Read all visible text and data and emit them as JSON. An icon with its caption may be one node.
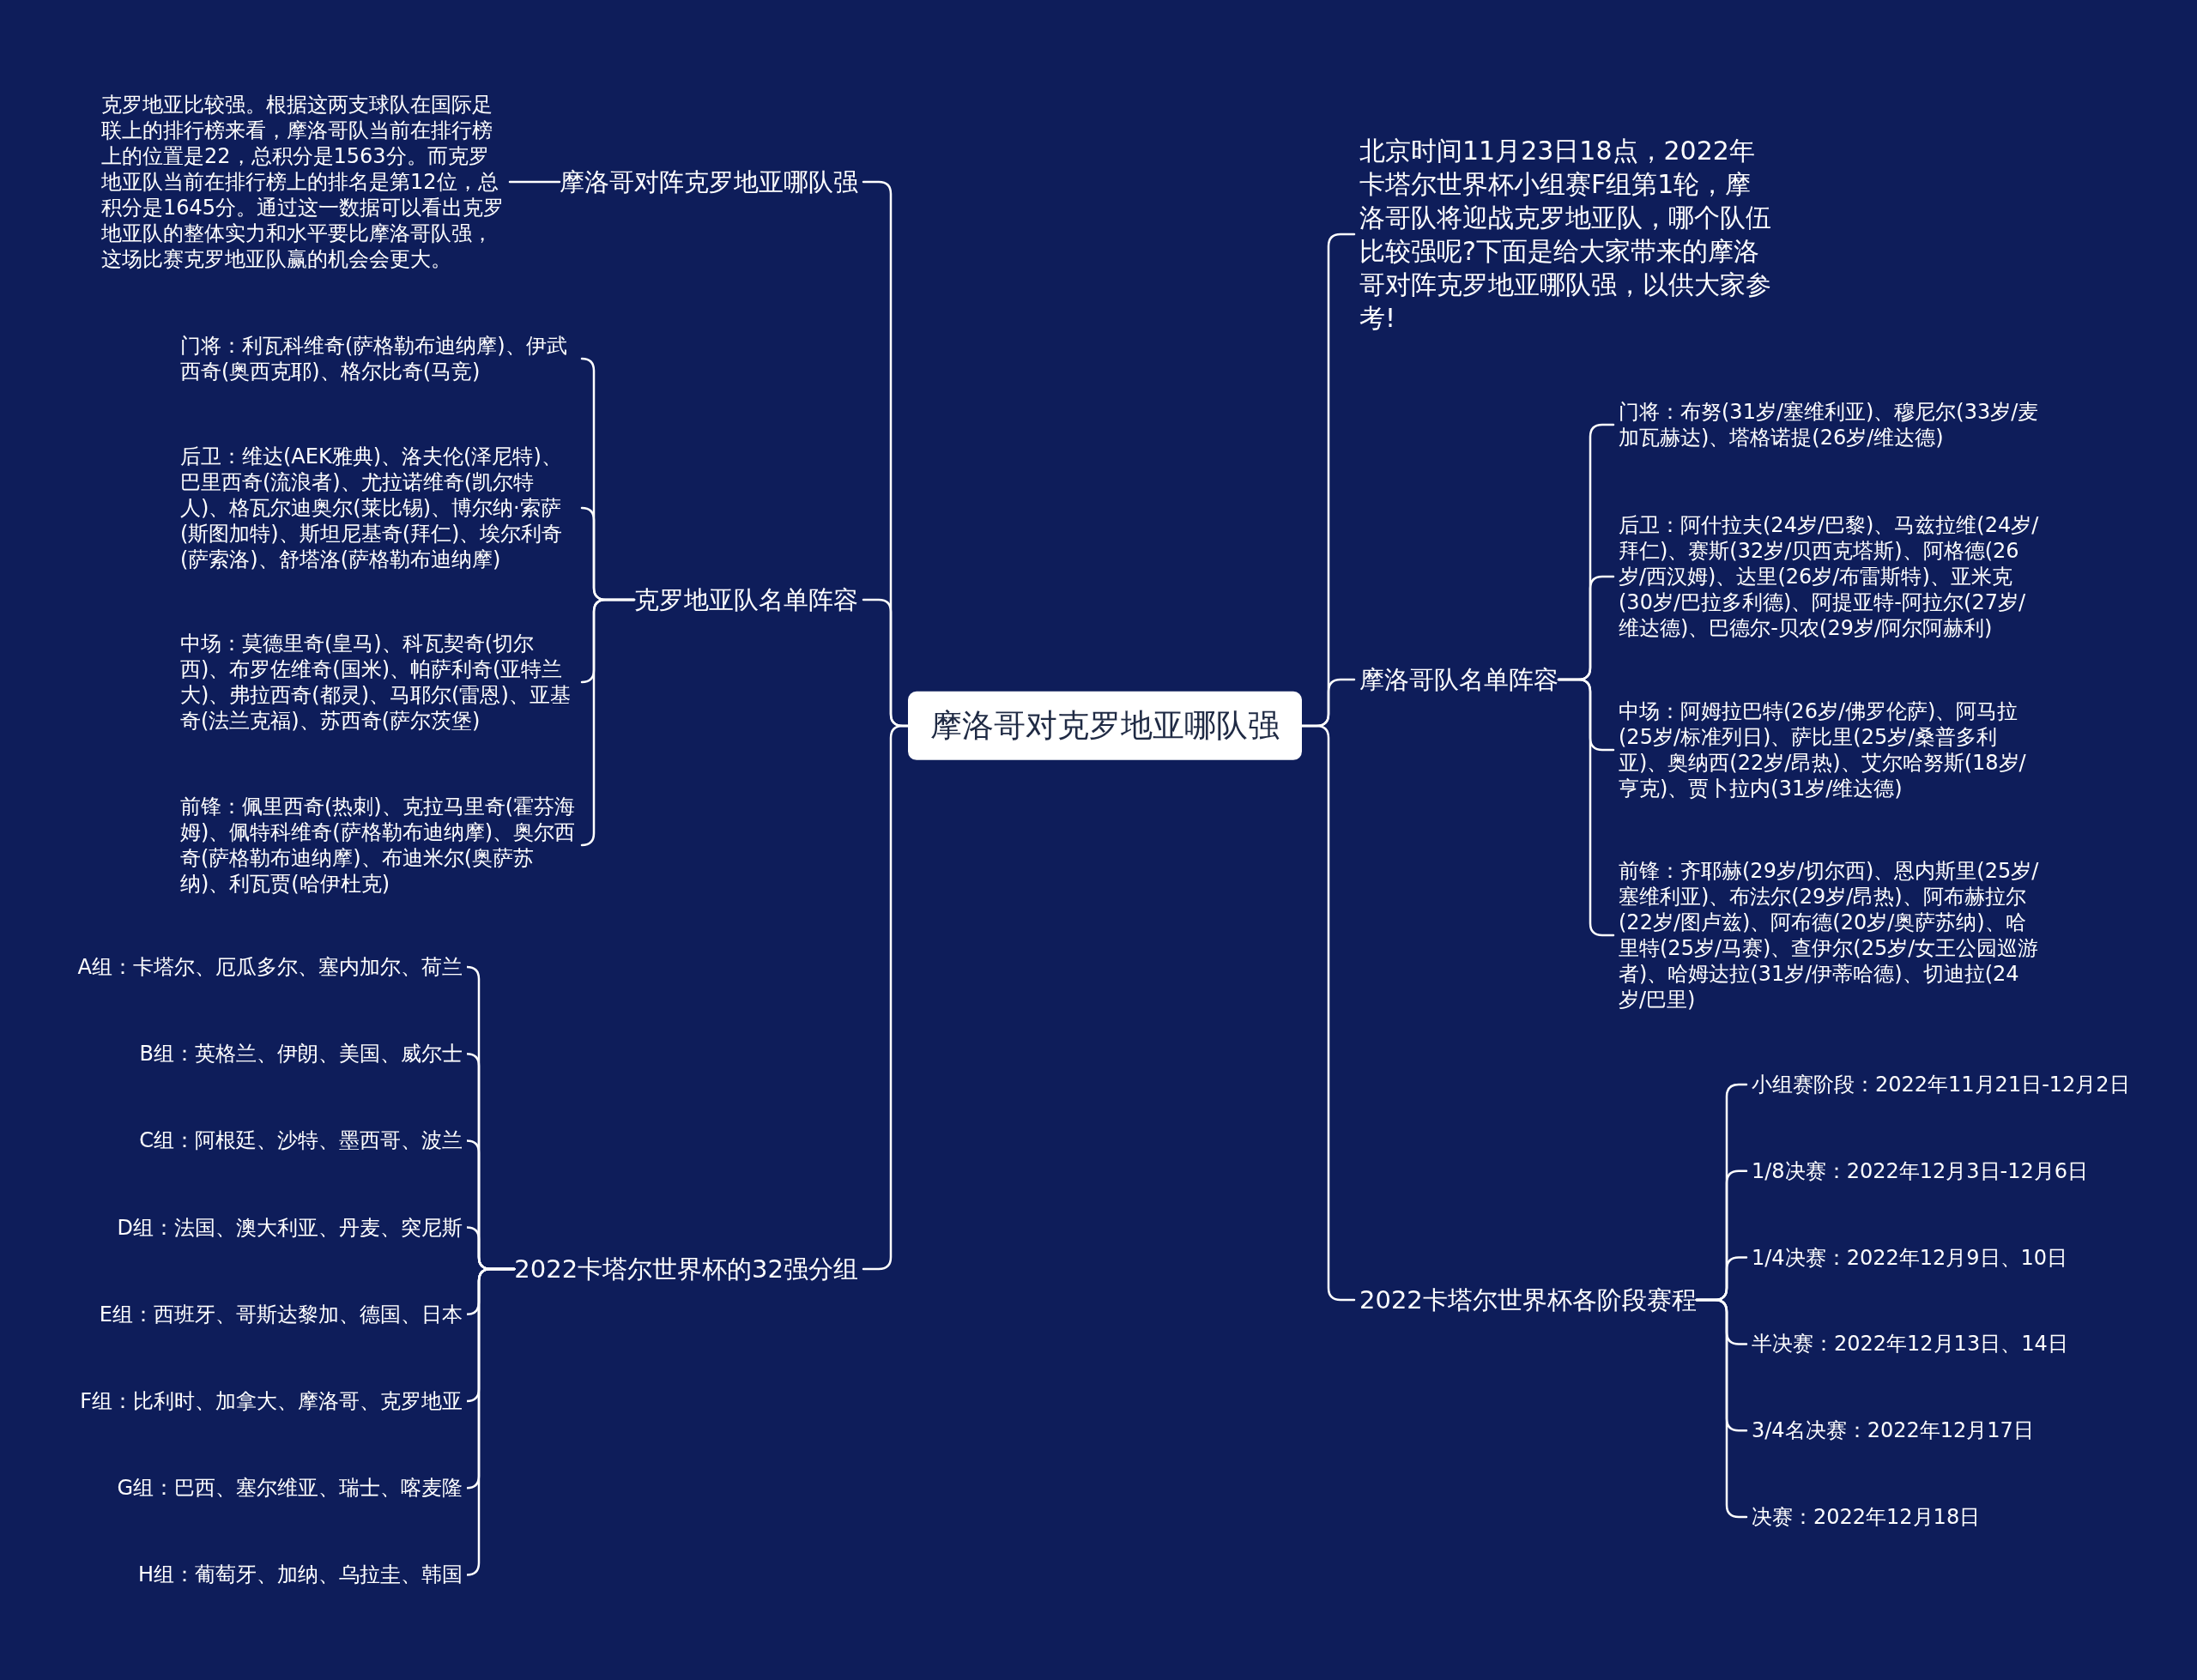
{
  "diagram": {
    "nodes": [
      {
        "text": [
          "摩洛哥对克罗地亚哪队强"
        ]
      },
      {
        "text": [
          "摩洛哥对阵克罗地亚哪队强"
        ]
      },
      {
        "text": [
          "克罗地亚比较强。根据这两支球队在国际足联上的排行榜来看，摩洛哥队当前在排行榜上的位置是22，总积分是1563分。而克罗地亚队当前在排行榜上的排名是第12位，总积分是1645分。通过这一数据可以看出克罗地亚队的整体实力和水平要比摩洛哥队强，这场比赛克罗地亚队赢的机会会更大。"
        ]
      },
      {
        "text": [
          "克罗地亚队名单阵容"
        ]
      },
      {
        "text": [
          "门将：利瓦科维奇(萨格勒布迪纳摩)、伊武西奇(奥西克耶)、格尔比奇(马竞)"
        ]
      },
      {
        "text": [
          "后卫：维达(AEK雅典)、洛夫伦(泽尼特)、巴里西奇(流浪者)、尤拉诺维奇(凯尔特人)、格瓦尔迪奥尔(莱比锡)、博尔纳·索萨(斯图加特)、斯坦尼基奇(拜仁)、埃尔利奇(萨索洛)、舒塔洛(萨格勒布迪纳摩)"
        ]
      },
      {
        "text": [
          "中场：莫德里奇(皇马)、科瓦契奇(切尔西)、布罗佐维奇(国米)、帕萨利奇(亚特兰大)、弗拉西奇(都灵)、马耶尔(雷恩)、亚基奇(法兰克福)、苏西奇(萨尔茨堡)"
        ]
      },
      {
        "text": [
          "前锋：佩里西奇(热刺)、克拉马里奇(霍芬海姆)、佩特科维奇(萨格勒布迪纳摩)、奥尔西奇(萨格勒布迪纳摩)、布迪米尔(奥萨苏纳)、利瓦贾(哈伊杜克)"
        ]
      },
      {
        "text": [
          "2022卡塔尔世界杯的32强分组"
        ]
      },
      {
        "text": [
          "A组：卡塔尔、厄瓜多尔、塞内加尔、荷兰"
        ]
      },
      {
        "text": [
          "B组：英格兰、伊朗、美国、威尔士"
        ]
      },
      {
        "text": [
          "C组：阿根廷、沙特、墨西哥、波兰"
        ]
      },
      {
        "text": [
          "D组：法国、澳大利亚、丹麦、突尼斯"
        ]
      },
      {
        "text": [
          "E组：西班牙、哥斯达黎加、德国、日本"
        ]
      },
      {
        "text": [
          "F组：比利时、加拿大、摩洛哥、克罗地亚"
        ]
      },
      {
        "text": [
          "G组：巴西、塞尔维亚、瑞士、喀麦隆"
        ]
      },
      {
        "text": [
          "H组：葡萄牙、加纳、乌拉圭、韩国"
        ]
      },
      {
        "text": [
          "北京时间11月23日18点，2022年卡塔尔世界杯小组赛F组第1轮，摩洛哥队将迎战克罗地亚队，哪个队伍比较强呢?下面是给大家带来的摩洛哥对阵克罗地亚哪队强，以供大家参考!"
        ]
      },
      {
        "text": [
          "摩洛哥队名单阵容"
        ]
      },
      {
        "text": [
          "门将：布努(31岁/塞维利亚)、穆尼尔(33岁/麦加瓦赫达)、塔格诺提(26岁/维达德)"
        ]
      },
      {
        "text": [
          "后卫：阿什拉夫(24岁/巴黎)、马兹拉维(24岁/拜仁)、赛斯(32岁/贝西克塔斯)、阿格德(26岁/西汉姆)、达里(26岁/布雷斯特)、亚米克(30岁/巴拉多利德)、阿提亚特-阿拉尔(27岁/维达德)、巴德尔-贝农(29岁/阿尔阿赫利)"
        ]
      },
      {
        "text": [
          "中场：阿姆拉巴特(26岁/佛罗伦萨)、阿马拉(25岁/标准列日)、萨比里(25岁/桑普多利亚)、奥纳西(22岁/昂热)、艾尔哈努斯(18岁/亨克)、贾卜拉内(31岁/维达德)"
        ]
      },
      {
        "text": [
          "前锋：齐耶赫(29岁/切尔西)、恩内斯里(25岁/塞维利亚)、布法尔(29岁/昂热)、阿布赫拉尔(22岁/图卢兹)、阿布德(20岁/奥萨苏纳)、哈里特(25岁/马赛)、查伊尔(25岁/女王公园巡游者)、哈姆达拉(31岁/伊蒂哈德)、切迪拉(24岁/巴里)"
        ]
      },
      {
        "text": [
          "2022卡塔尔世界杯各阶段赛程"
        ]
      },
      {
        "text": [
          "小组赛阶段：2022年11月21日-12月2日"
        ]
      },
      {
        "text": [
          "1/8决赛：2022年12月3日-12月6日"
        ]
      },
      {
        "text": [
          "1/4决赛：2022年12月9日、10日"
        ]
      },
      {
        "text": [
          "半决赛：2022年12月13日、14日"
        ]
      },
      {
        "text": [
          "3/4名决赛：2022年12月17日"
        ]
      },
      {
        "text": [
          "决赛：2022年12月18日"
        ]
      }
    ],
    "edges": [
      {
        "from": 0,
        "to": 1,
        "arrow": "none"
      },
      {
        "from": 1,
        "to": 2,
        "arrow": "none"
      },
      {
        "from": 0,
        "to": 3,
        "arrow": "none"
      },
      {
        "from": 3,
        "to": 4,
        "arrow": "none"
      },
      {
        "from": 3,
        "to": 5,
        "arrow": "none"
      },
      {
        "from": 3,
        "to": 6,
        "arrow": "none"
      },
      {
        "from": 3,
        "to": 7,
        "arrow": "none"
      },
      {
        "from": 0,
        "to": 8,
        "arrow": "none"
      },
      {
        "from": 8,
        "to": 9,
        "arrow": "none"
      },
      {
        "from": 8,
        "to": 10,
        "arrow": "none"
      },
      {
        "from": 8,
        "to": 11,
        "arrow": "none"
      },
      {
        "from": 8,
        "to": 12,
        "arrow": "none"
      },
      {
        "from": 8,
        "to": 13,
        "arrow": "none"
      },
      {
        "from": 8,
        "to": 14,
        "arrow": "none"
      },
      {
        "from": 8,
        "to": 15,
        "arrow": "none"
      },
      {
        "from": 8,
        "to": 16,
        "arrow": "none"
      },
      {
        "from": 0,
        "to": 17,
        "arrow": "none"
      },
      {
        "from": 0,
        "to": 18,
        "arrow": "none"
      },
      {
        "from": 18,
        "to": 19,
        "arrow": "none"
      },
      {
        "from": 18,
        "to": 20,
        "arrow": "none"
      },
      {
        "from": 18,
        "to": 21,
        "arrow": "none"
      },
      {
        "from": 18,
        "to": 22,
        "arrow": "none"
      },
      {
        "from": 0,
        "to": 23,
        "arrow": "none"
      },
      {
        "from": 23,
        "to": 24,
        "arrow": "none"
      },
      {
        "from": 23,
        "to": 25,
        "arrow": "none"
      },
      {
        "from": 23,
        "to": 26,
        "arrow": "none"
      },
      {
        "from": 23,
        "to": 27,
        "arrow": "none"
      },
      {
        "from": 23,
        "to": 28,
        "arrow": "none"
      },
      {
        "from": 23,
        "to": 29,
        "arrow": "none"
      }
    ]
  }
}
